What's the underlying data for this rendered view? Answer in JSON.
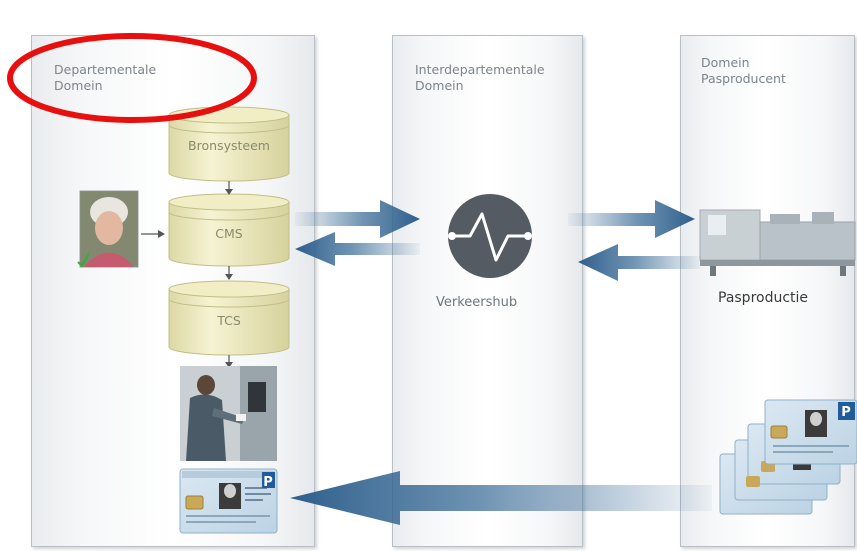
{
  "panels": {
    "departemental": {
      "title": "Departementale\nDomein"
    },
    "interdepartemental": {
      "title": "Interdepartementale\nDomein"
    },
    "pasproducent": {
      "title": "Domein\nPasproducent"
    }
  },
  "databases": {
    "bronsysteem": "Bronsysteem",
    "cms": "CMS",
    "tcs": "TCS"
  },
  "hub": {
    "label": "Verkeershub"
  },
  "production": {
    "label": "Pasproductie"
  },
  "card": {
    "letter": "P"
  },
  "colors": {
    "arrow": "#3f6f99",
    "cylinder": "#f1eec6",
    "hub": "#545b62",
    "highlight": "#e8100e"
  }
}
